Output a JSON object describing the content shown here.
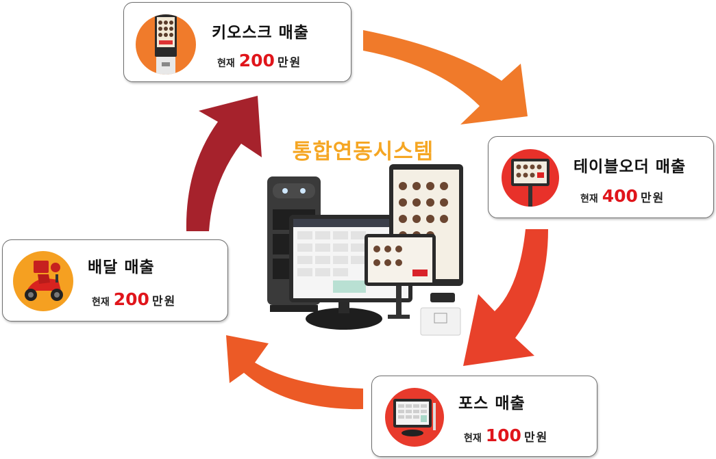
{
  "center_title": "통합연동시스템",
  "colors": {
    "arrow_top_right": "#f07a2a",
    "arrow_right": "#e8412a",
    "arrow_bottom": "#ec5a26",
    "arrow_left": "#a6222c",
    "amount": "#e0151b",
    "title_accent": "#f5a623"
  },
  "cards": {
    "kiosk": {
      "title": "키오스크 매출",
      "now": "현재",
      "amount": "200",
      "unit": "만원",
      "icon": "kiosk-icon"
    },
    "table_order": {
      "title": "테이블오더 매출",
      "now": "현재",
      "amount": "400",
      "unit": "만원",
      "icon": "table-order-tablet-icon"
    },
    "pos": {
      "title": "포스 매출",
      "now": "현재",
      "amount": "100",
      "unit": "만원",
      "icon": "pos-terminal-icon"
    },
    "delivery": {
      "title": "배달 매출",
      "now": "현재",
      "amount": "200",
      "unit": "만원",
      "icon": "delivery-scooter-icon"
    }
  }
}
